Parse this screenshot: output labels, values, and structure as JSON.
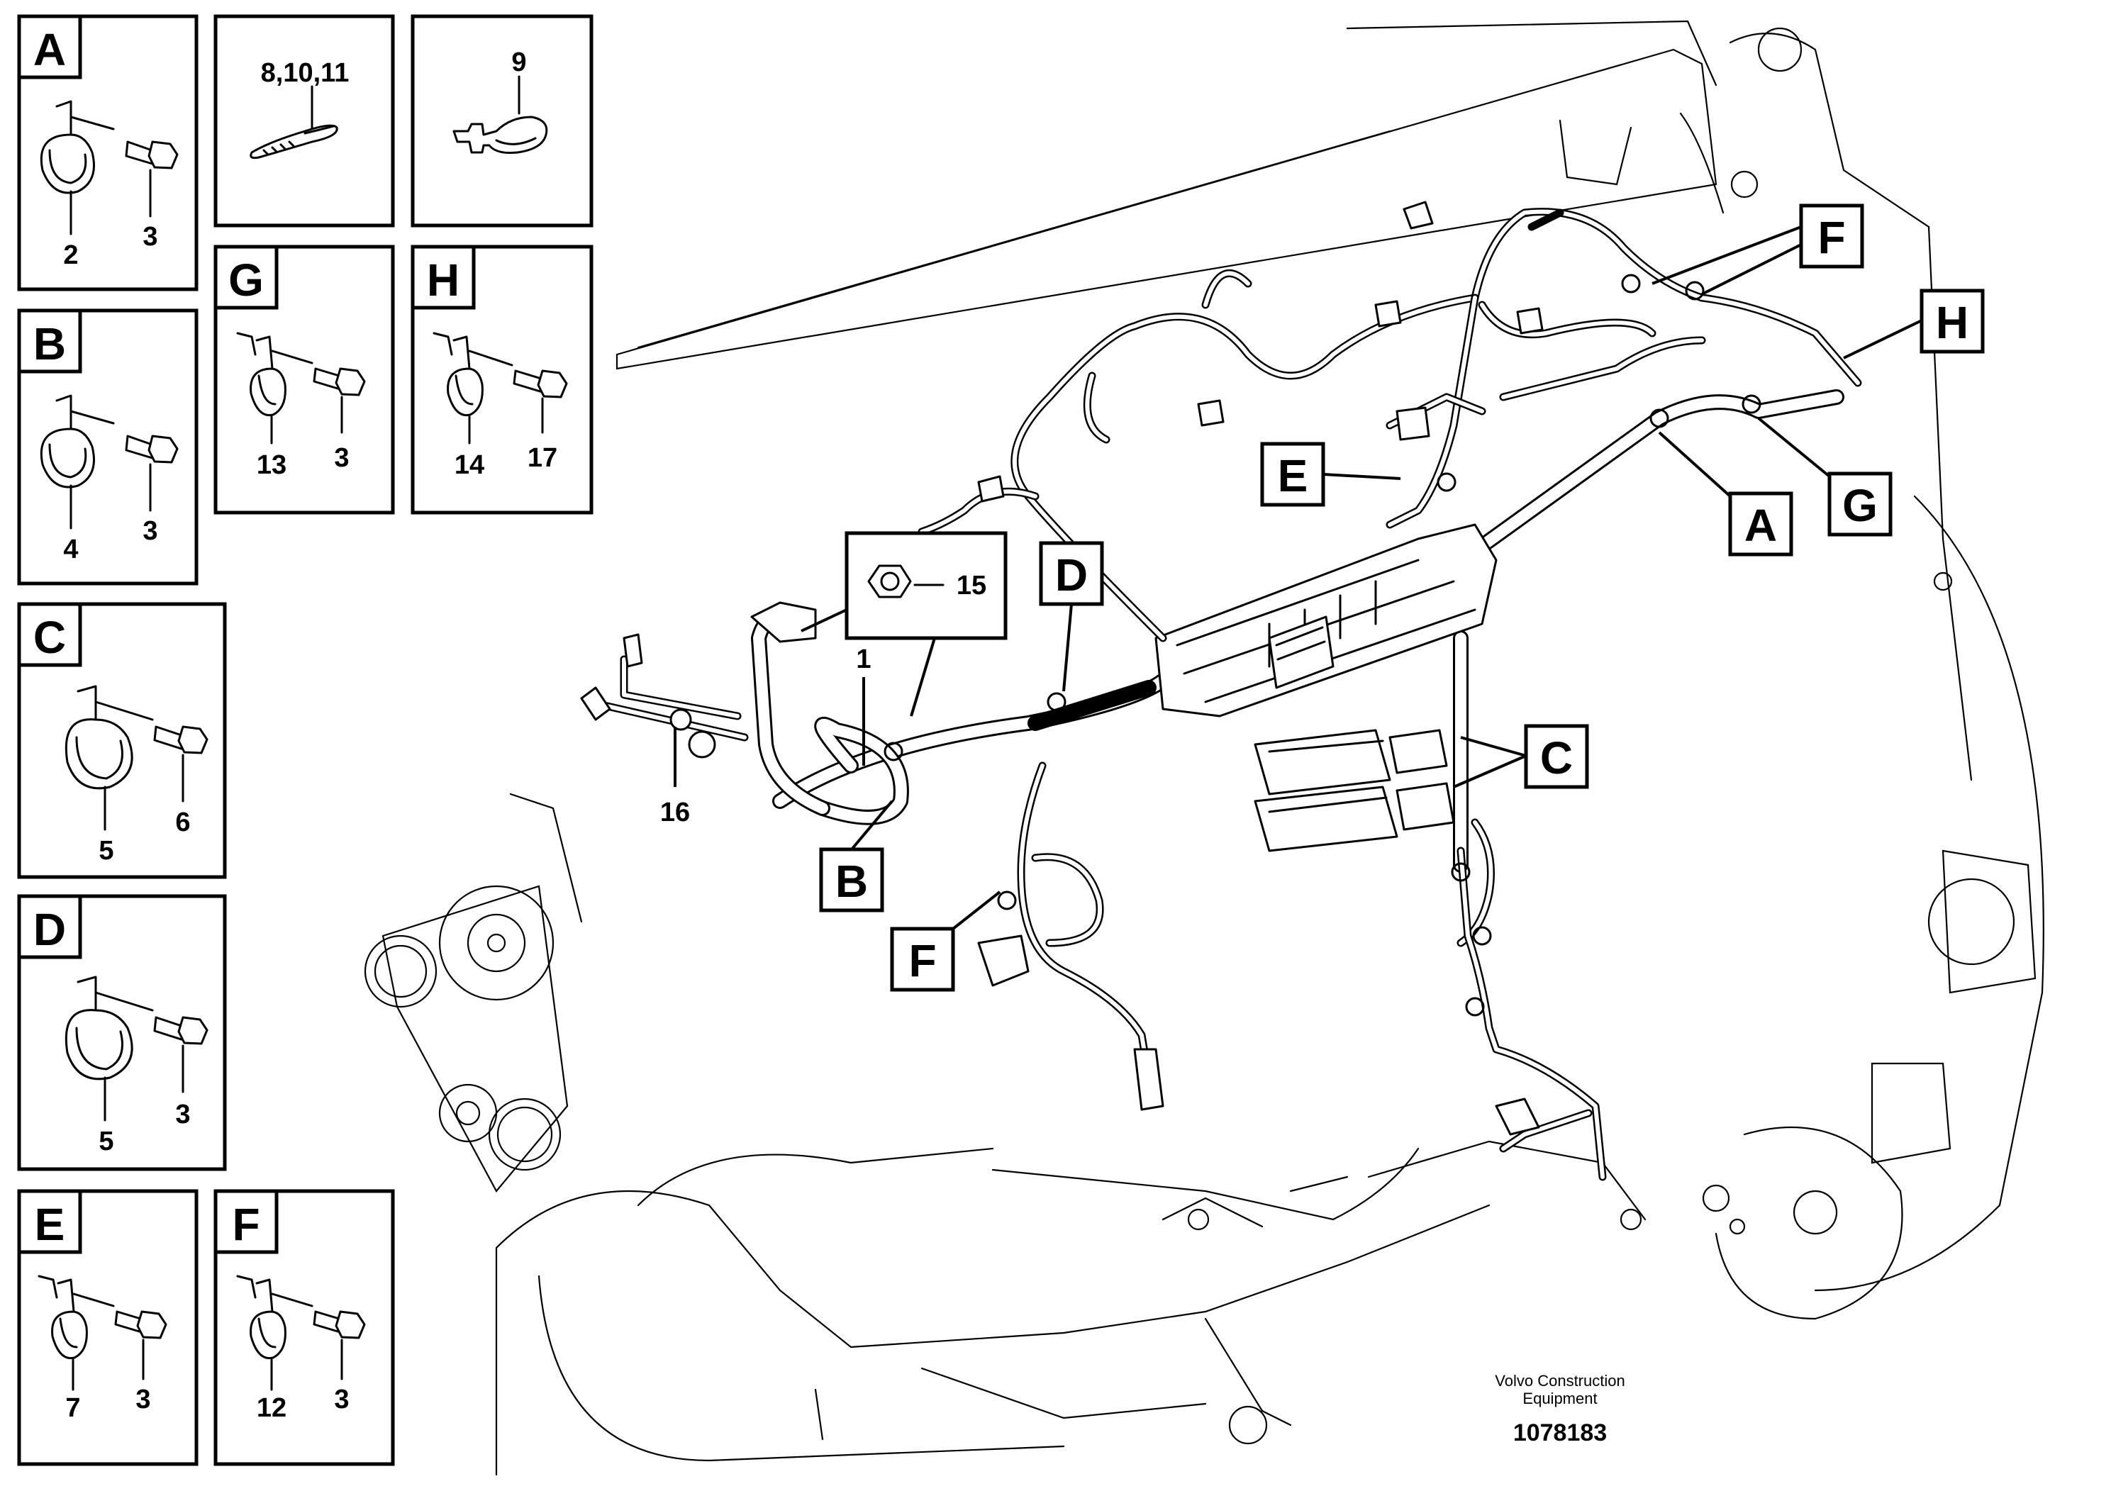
{
  "detail_boxes": [
    {
      "id": "A",
      "letter": "A",
      "parts": [
        "2",
        "3"
      ]
    },
    {
      "id": "B",
      "letter": "B",
      "parts": [
        "4",
        "3"
      ]
    },
    {
      "id": "C",
      "letter": "C",
      "parts": [
        "5",
        "6"
      ]
    },
    {
      "id": "D",
      "letter": "D",
      "parts": [
        "5",
        "3"
      ]
    },
    {
      "id": "E",
      "letter": "E",
      "parts": [
        "7",
        "3"
      ]
    },
    {
      "id": "F",
      "letter": "F",
      "parts": [
        "12",
        "3"
      ]
    },
    {
      "id": "G",
      "letter": "G",
      "parts": [
        "13",
        "3"
      ]
    },
    {
      "id": "H",
      "letter": "H",
      "parts": [
        "14",
        "17"
      ]
    }
  ],
  "tie_boxes": {
    "cable_tie_parts": "8,10,11",
    "clip_tie_part": "9"
  },
  "main_callouts": {
    "A": "A",
    "B": "B",
    "C": "C",
    "D": "D",
    "E": "E",
    "F_top": "F",
    "F_bottom": "F",
    "G": "G",
    "H": "H"
  },
  "part_numbers": {
    "nut": "15",
    "harness": "1",
    "bracket": "16"
  },
  "footer": {
    "brand_line1": "Volvo Construction",
    "brand_line2": "Equipment",
    "drawing_number": "1078183"
  }
}
